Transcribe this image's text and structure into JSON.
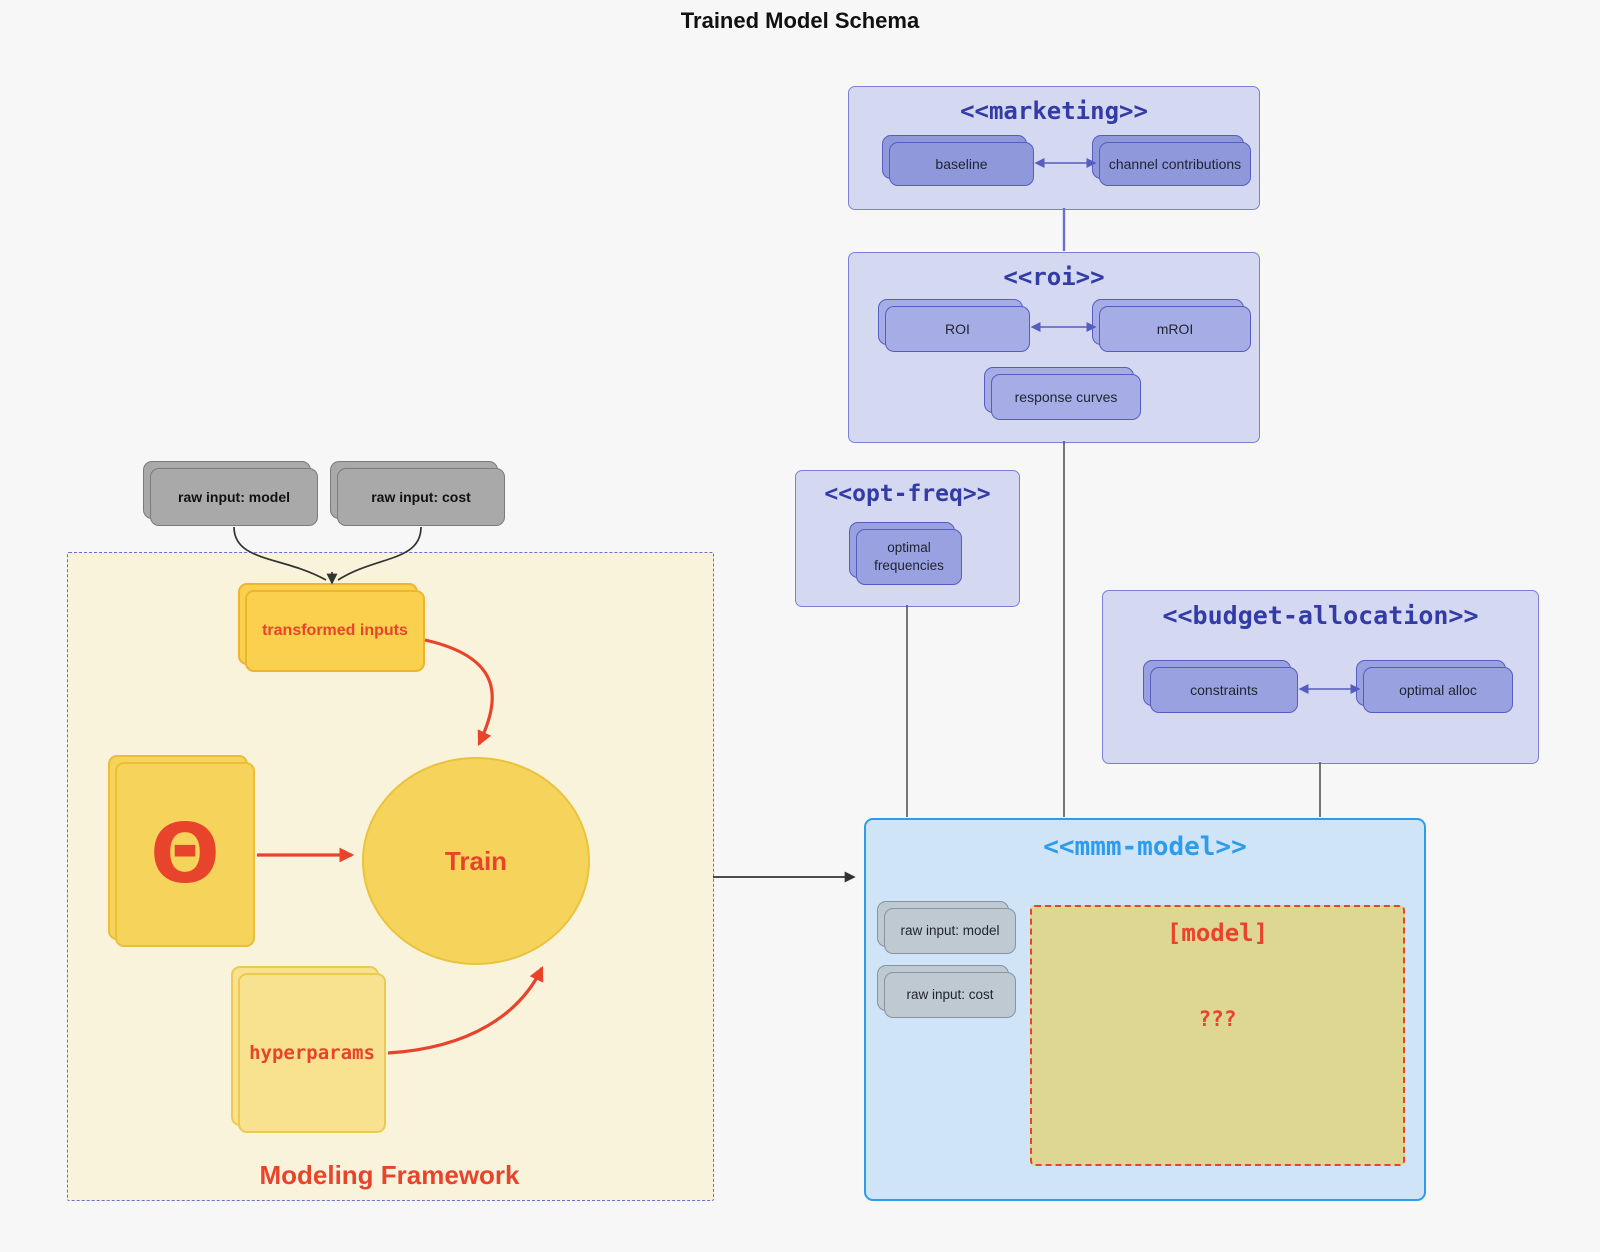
{
  "title": "Trained Model Schema",
  "colors": {
    "red_accent": "#e8442c",
    "yellow_fill": "#f6d45c",
    "gold_border": "#eeb52c",
    "framework_fill": "#faf3dc",
    "purple_container_fill": "#d5d8f1",
    "purple_node_fill": "#9aa1e0",
    "indigo_title": "#333ba6",
    "blue_accent": "#2e9ceb",
    "mmm_fill": "#cfe4f7",
    "khaki_fill": "#ded693",
    "gray_node_fill": "#a9a9a9",
    "edge_gray": "#555555"
  },
  "external_inputs": {
    "raw_model": "raw input: model",
    "raw_cost": "raw input: cost"
  },
  "framework": {
    "label": "Modeling Framework",
    "transformed": "transformed inputs",
    "theta": "Θ",
    "train": "Train",
    "hyperparams": "hyperparams"
  },
  "marketing": {
    "title": "<<marketing>>",
    "baseline": "baseline",
    "channel_contributions": "channel contributions"
  },
  "roi": {
    "title": "<<roi>>",
    "roi": "ROI",
    "mroi": "mROI",
    "response_curves": "response curves"
  },
  "opt_freq": {
    "title": "<<opt-freq>>",
    "optimal_frequencies": "optimal frequencies"
  },
  "budget": {
    "title": "<<budget-allocation>>",
    "constraints": "constraints",
    "optimal_alloc": "optimal alloc"
  },
  "mmm": {
    "title": "<<mmm-model>>",
    "raw_model": "raw input: model",
    "raw_cost": "raw input: cost",
    "model_label": "[model]",
    "placeholder": "???"
  }
}
